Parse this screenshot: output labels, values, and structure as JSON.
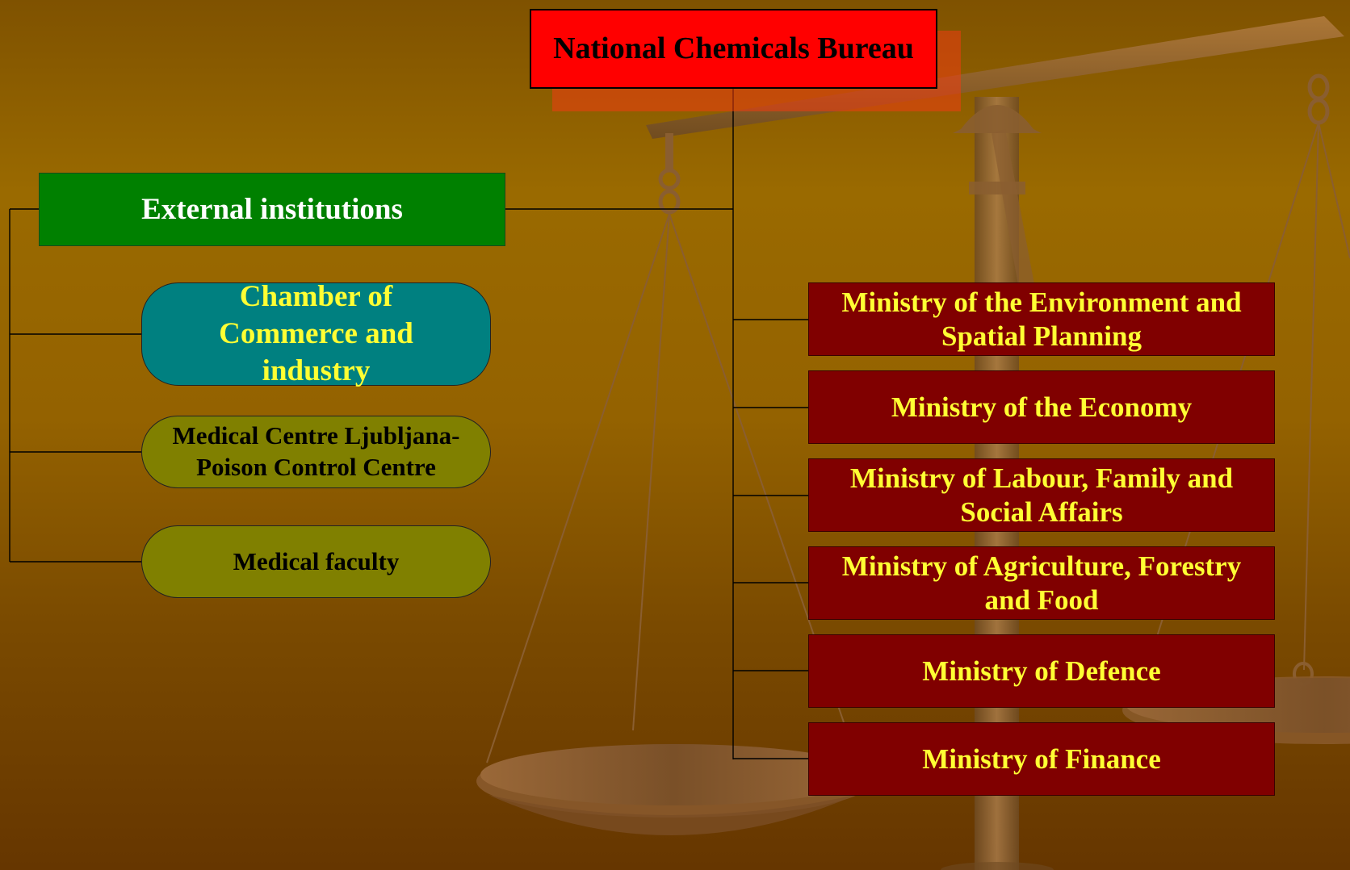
{
  "root": {
    "label": "National Chemicals Bureau"
  },
  "external": {
    "label": "External institutions",
    "members": [
      {
        "label": "Chamber of Commerce and industry"
      },
      {
        "label": "Medical Centre Ljubljana-Poison Control Centre"
      },
      {
        "label": "Medical faculty"
      }
    ]
  },
  "ministries": [
    {
      "label": "Ministry of the Environment and Spatial Planning"
    },
    {
      "label": "Ministry of the Economy"
    },
    {
      "label": "Ministry of Labour, Family and Social Affairs"
    },
    {
      "label": "Ministry of Agriculture, Forestry and Food"
    },
    {
      "label": "Ministry of Defence"
    },
    {
      "label": "Ministry of Finance"
    }
  ],
  "colors": {
    "root": "#ff0000",
    "external": "#008000",
    "chamber": "#008080",
    "medical": "#808000",
    "ministry": "#800000",
    "highlight_text": "#ffff33"
  },
  "background_art": "balance-scale-icon"
}
